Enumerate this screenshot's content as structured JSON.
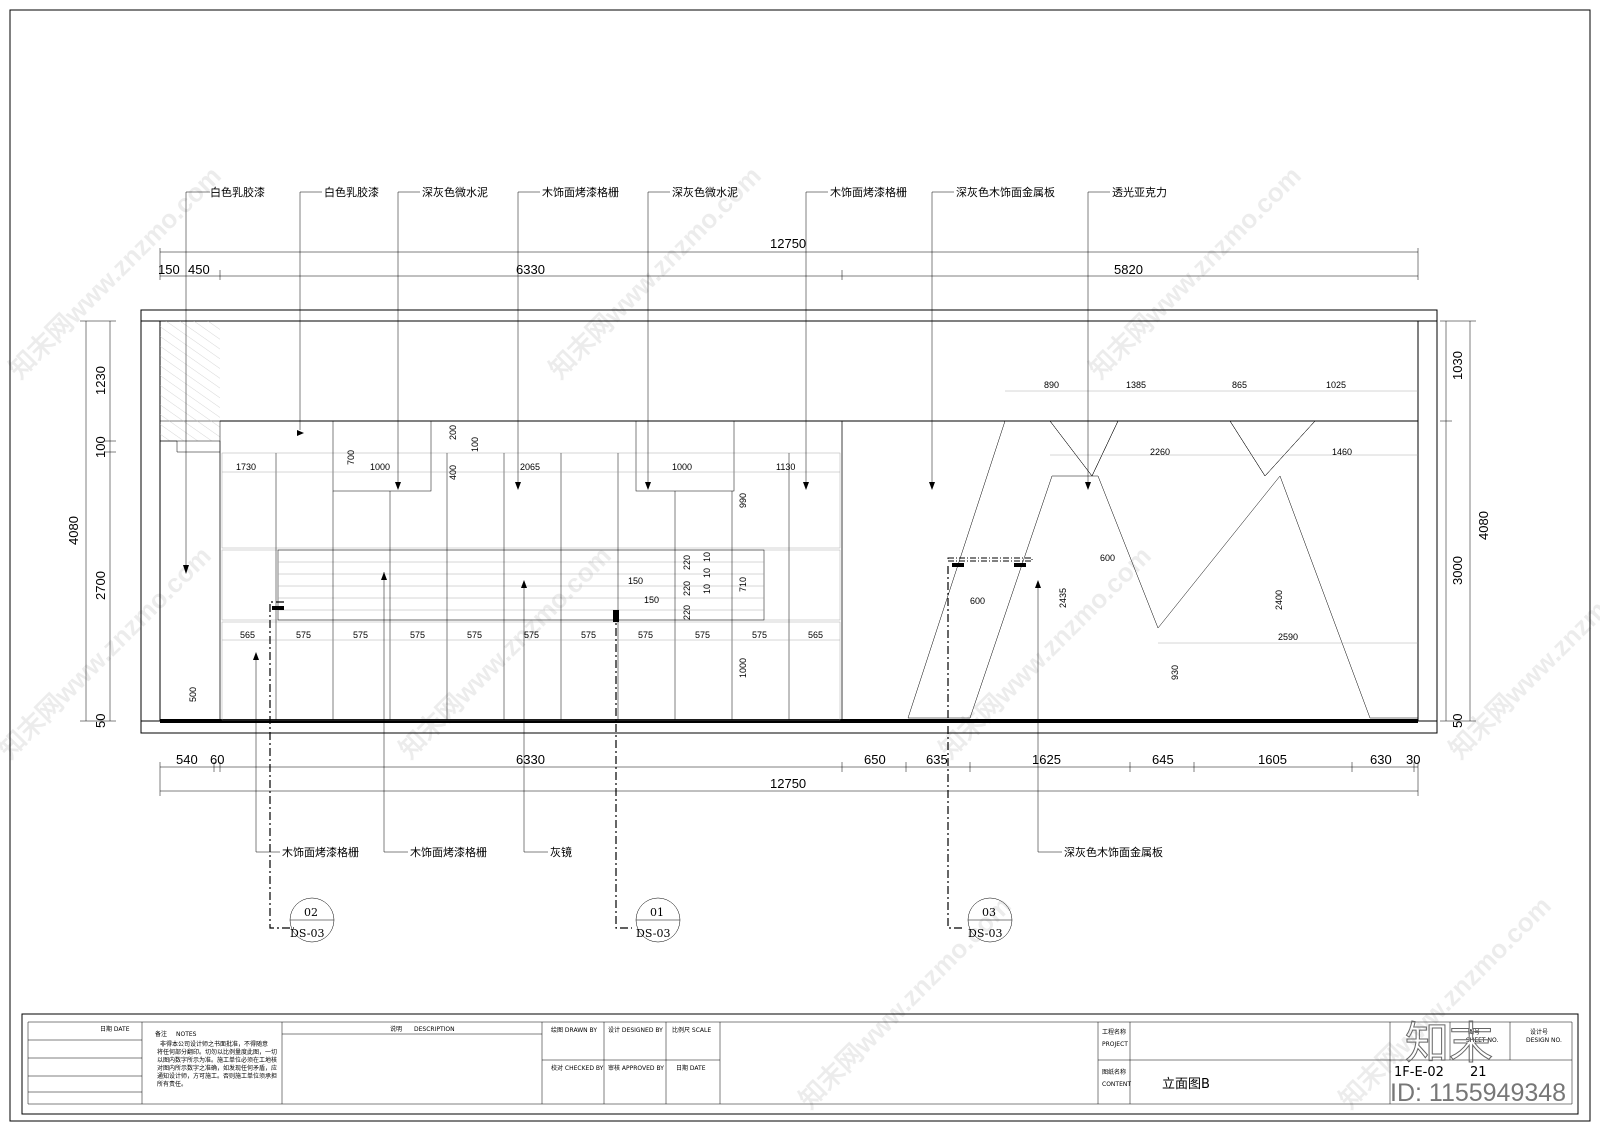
{
  "drawing": {
    "top_labels": [
      "白色乳胶漆",
      "白色乳胶漆",
      "深灰色微水泥",
      "木饰面烤漆格栅",
      "深灰色微水泥",
      "木饰面烤漆格栅",
      "深灰色木饰面金属板",
      "透光亚克力"
    ],
    "bottom_labels": [
      "木饰面烤漆格栅",
      "木饰面烤漆格栅",
      "灰镜",
      "深灰色木饰面金属板"
    ],
    "top_dims": {
      "total": "12750",
      "d1": "150",
      "d2": "450",
      "d3": "6330",
      "d4": "5820"
    },
    "bottom_dims": {
      "total": "12750",
      "d1": "540",
      "d2": "60",
      "d3": "6330",
      "d4": "650",
      "d5": "635",
      "d6": "1625",
      "d7": "645",
      "d8": "1605",
      "d9": "630",
      "d10": "30"
    },
    "left_dims": {
      "total": "4080",
      "d1": "1230",
      "d2": "100",
      "d3": "2700",
      "d4": "50"
    },
    "right_dims": {
      "total": "4080",
      "d1": "1030",
      "d2": "3000",
      "d3": "50"
    },
    "inner_dims": {
      "ceiling": [
        "890",
        "1385",
        "865",
        "1025"
      ],
      "grid_top": [
        "1730",
        "1000",
        "2065",
        "1000",
        "1130"
      ],
      "small_v": [
        "700",
        "200",
        "100",
        "400"
      ],
      "mid_v": [
        "990",
        "710",
        "1000",
        "500"
      ],
      "mirror_v": [
        "220",
        "220",
        "220",
        "10",
        "10",
        "10"
      ],
      "mirror_h": [
        "150",
        "150"
      ],
      "grid_bottom": [
        "565",
        "575",
        "575",
        "575",
        "575",
        "575",
        "575",
        "575",
        "575",
        "575",
        "565"
      ],
      "right_panel": [
        "2260",
        "1460",
        "600",
        "600",
        "2435",
        "2400",
        "2590",
        "930"
      ]
    },
    "section_tags": [
      {
        "num": "02",
        "sheet": "DS-03"
      },
      {
        "num": "01",
        "sheet": "DS-03"
      },
      {
        "num": "03",
        "sheet": "DS-03"
      }
    ]
  },
  "title_block": {
    "date_label": "日期 DATE",
    "notes_label": "备注",
    "notes_en": "NOTES",
    "notes_text": [
      "非得本公司设计师之书面批准，不得随意",
      "将任何部分翻印。切勿以比例量度此图，一切",
      "以图内数字所示为准。施工单位必须在工地核",
      "对图内所示数字之准确，如发现任何矛盾，应",
      "通知设计师，方可施工。否则施工单位须承担",
      "所有责任。"
    ],
    "desc_label": "说明",
    "desc_en": "DESCRIPTION",
    "drawn_by": "绘图 DRAWN BY",
    "designed_by": "设计 DESIGNED BY",
    "scale": "比例尺 SCALE",
    "checked_by": "校对 CHECKED BY",
    "approved_by": "审核 APPROVED BY",
    "date2": "日期 DATE",
    "project_label": "工程名称",
    "project_en": "PROJECT",
    "content_label": "图纸名称",
    "content_en": "CONTENT",
    "content_value": "立面图B",
    "sheet_no_label": "图号",
    "sheet_no_en": "SHEET NO.",
    "design_no_label": "设计号",
    "design_no_en": "DESIGN NO.",
    "sheet_no_value": "1F-E-02",
    "page_value": "21"
  },
  "watermark": {
    "brand": "知末",
    "id_text": "ID: 1155949348",
    "site": "知末网www.znzmo.com"
  }
}
